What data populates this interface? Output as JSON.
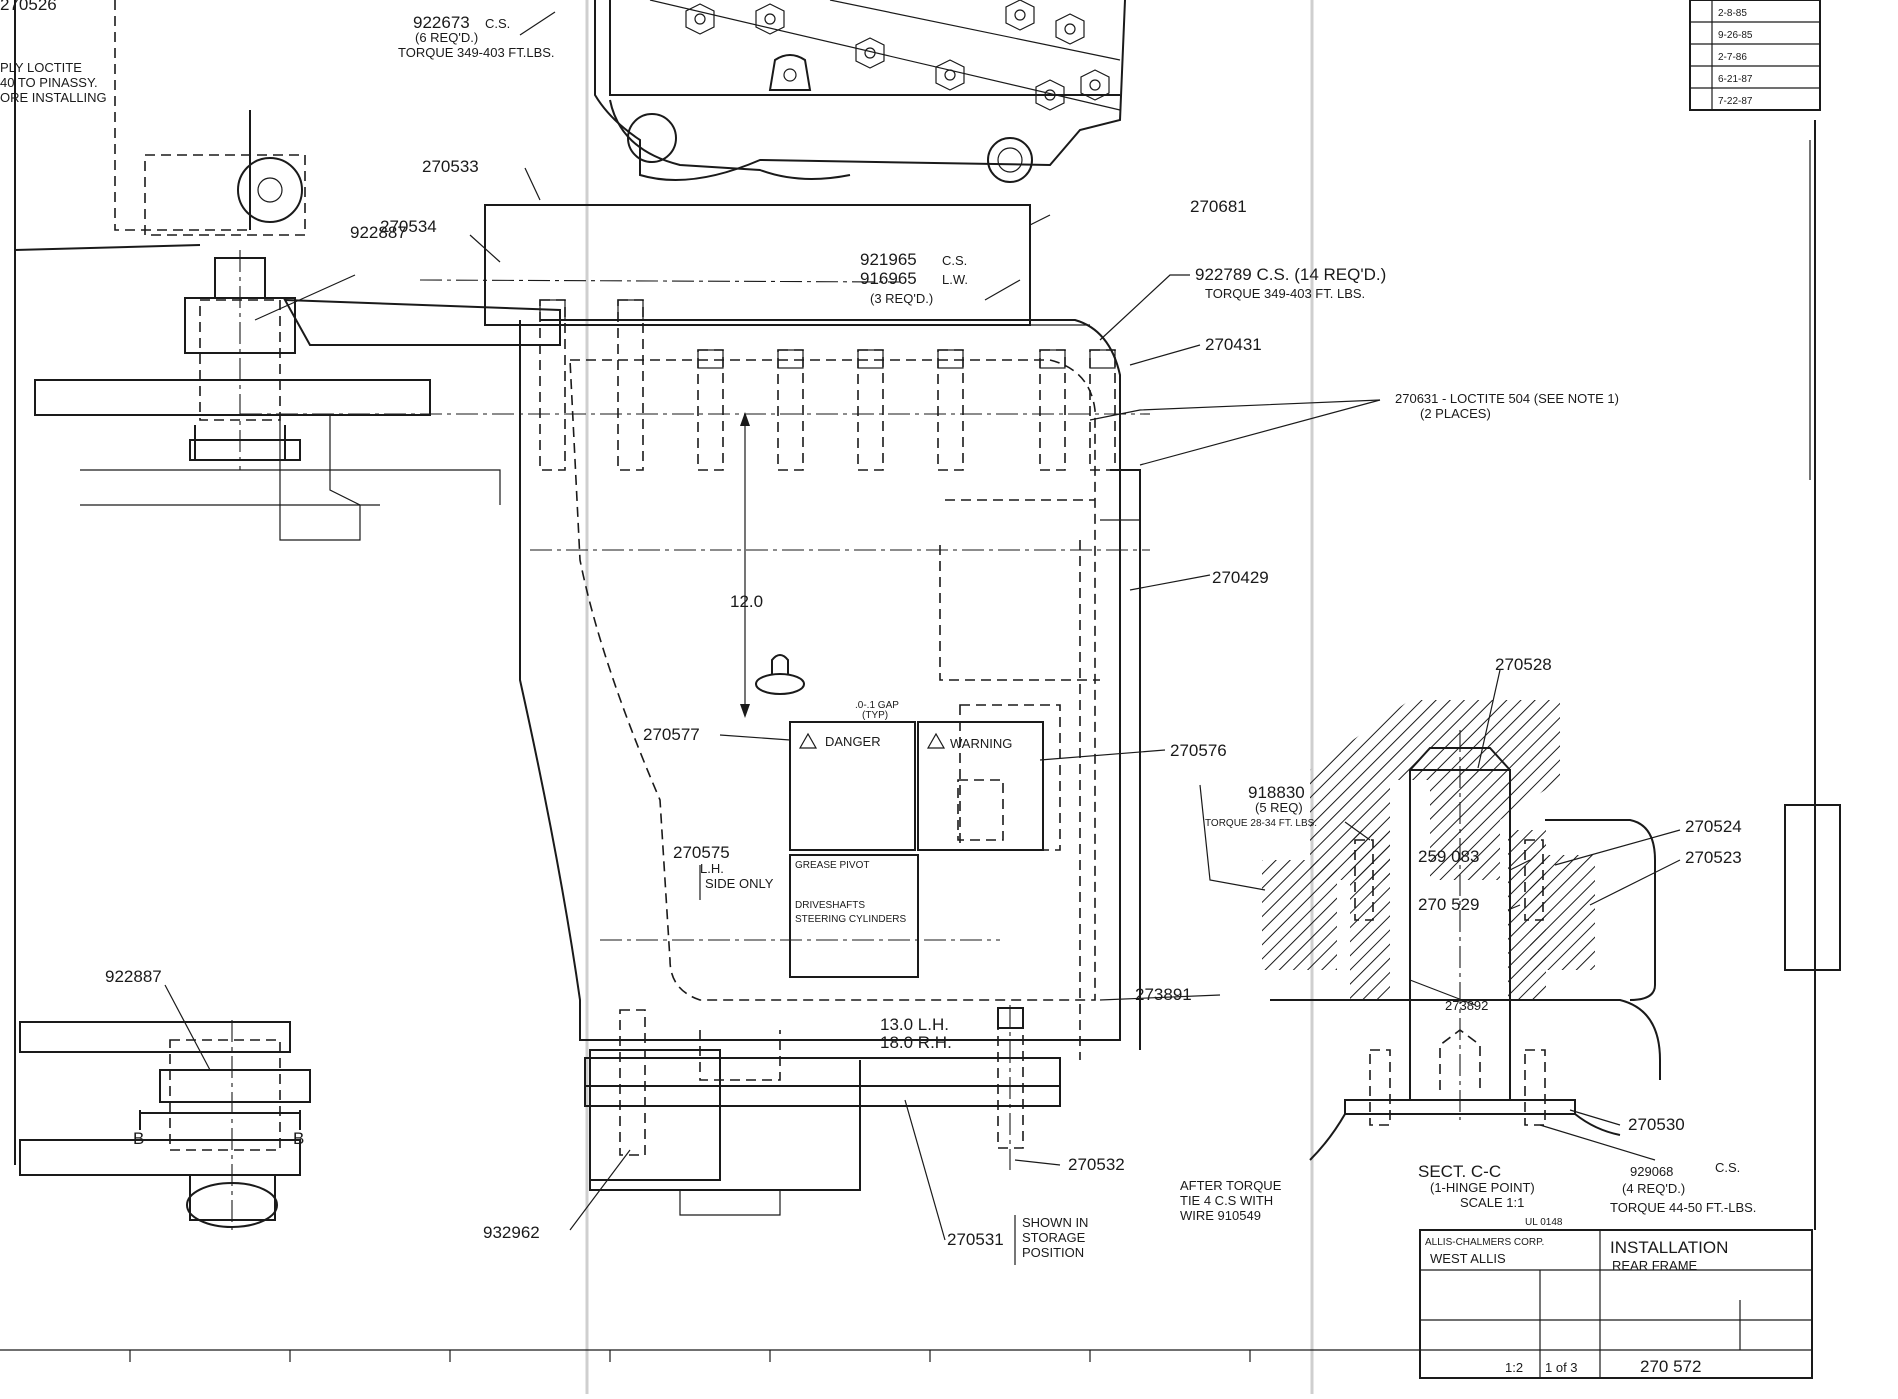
{
  "top": {
    "part_top_left": "270526",
    "note_left": [
      "PLY LOCTITE",
      "40 TO PINASSY.",
      "ORE INSTALLING"
    ],
    "top_fastener": {
      "part": "922673",
      "suffix": "C.S.",
      "qty": "(6 REQ'D.)",
      "torque": "TORQUE 349-403 FT.LBS."
    }
  },
  "parts": {
    "p270533": "270533",
    "p270534": "270534",
    "p922887_top": "922887",
    "p270681": "270681",
    "fastener_921965": "921965",
    "fastener_921965_suffix": "C.S.",
    "fastener_916965": "916965",
    "fastener_916965_suffix": "L.W.",
    "fastener_916965_qty": "(3 REQ'D.)",
    "fastener_922789": "922789 C.S. (14 REQ'D.)",
    "fastener_922789_torque": "TORQUE 349-403 FT. LBS.",
    "p270431": "270431",
    "p270631": "270631 - LOCTITE 504 (SEE NOTE 1)",
    "p270631_places": "(2 PLACES)",
    "dim_12": "12.0",
    "gap": ".0-.1 GAP",
    "gap_typ": "(TYP)",
    "p270429": "270429",
    "p270577": "270577",
    "p270576": "270576",
    "danger": "DANGER",
    "warning": "WARNING",
    "p270575": "270575",
    "p270575_note1": "L.H.",
    "p270575_note2": "SIDE ONLY",
    "grease1": "GREASE PIVOT",
    "grease2": "DRIVESHAFTS",
    "grease3": "STEERING CYLINDERS",
    "p922887_low": "922887",
    "dim_13": "13.0 L.H.",
    "dim_18": "18.0 R.H.",
    "p273891": "273891",
    "p270532": "270532",
    "p932962": "932962",
    "p270531": "270531",
    "storage1": "SHOWN IN",
    "storage2": "STORAGE",
    "storage3": "POSITION",
    "after_torque1": "AFTER TORQUE",
    "after_torque2": "TIE 4 C.S WITH",
    "after_torque3": "WIRE 910549",
    "section_b": "B"
  },
  "section": {
    "p270528": "270528",
    "p918830": "918830",
    "p918830_qty": "(5 REQ)",
    "p918830_torque": "TORQUE 28-34 FT. LBS.",
    "p259083": "259 083",
    "p270529": "270 529",
    "p270524": "270524",
    "p270523": "270523",
    "p273892": "273892",
    "p270530": "270530",
    "p929068": "929068",
    "p929068_suffix": "C.S.",
    "p929068_qty": "(4 REQ'D.)",
    "p929068_torque": "TORQUE 44-50 FT.-LBS.",
    "title1": "SECT. C-C",
    "title2": "(1-HINGE POINT)",
    "title3": "SCALE 1:1"
  },
  "title_block": {
    "ref": "UL 0148",
    "company": "ALLIS-CHALMERS CORP.",
    "plant": "WEST ALLIS",
    "title1": "INSTALLATION",
    "title2": "REAR FRAME",
    "scale": "1:2",
    "sheet": "1 of 3",
    "dwg_no": "270 572"
  },
  "revisions": [
    "2-8-85",
    "9-26-85",
    "2-7-86",
    "6-21-87",
    "7-22-87"
  ]
}
